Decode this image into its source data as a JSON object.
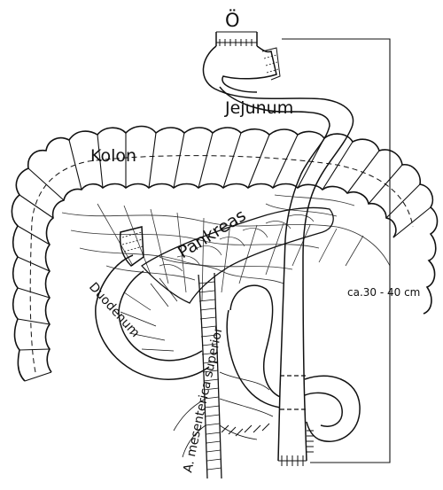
{
  "labels": {
    "esophagus": "Ö",
    "jejunum": "Jejunum",
    "colon": "Kolon",
    "pancreas": "Pankreas",
    "duodenum": "Duodenum",
    "artery": "A. mesenterica superior",
    "measurement": "ca.30 - 40 cm"
  },
  "colors": {
    "ink": "#111111",
    "paper": "#ffffff",
    "hatch": "#555555"
  }
}
